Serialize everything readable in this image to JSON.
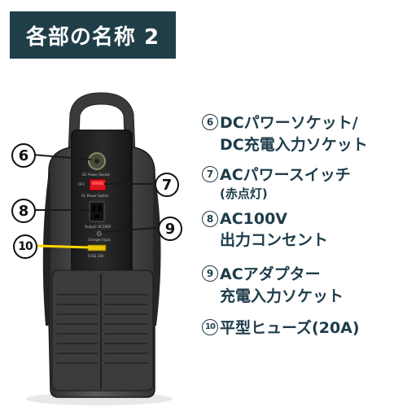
{
  "title": "各部の名称 2",
  "device_labels": {
    "dc_socket": "DC Power Socket",
    "power_switch": "AC Power Switch",
    "output": "Output: AC100V",
    "charger": "Charger Input",
    "fuse": "FUSE 20A",
    "off": "OFF"
  },
  "callouts": {
    "c6": "6",
    "c7": "7",
    "c8": "8",
    "c9": "9",
    "c10": "10"
  },
  "parts": [
    {
      "number": "6",
      "line1": "DCパワーソケット/",
      "line2": "DC充電入力ソケット"
    },
    {
      "number": "7",
      "line1": "ACパワースイッチ",
      "line2": "(赤点灯)"
    },
    {
      "number": "8",
      "line1": "AC100V",
      "line2": "出力コンセント"
    },
    {
      "number": "9",
      "line1": "ACアダプター",
      "line2": "充電入力ソケット"
    },
    {
      "number": "10",
      "line1": "平型ヒューズ(20A)",
      "line2": ""
    }
  ],
  "colors": {
    "banner": "#1f3e48",
    "text": "#1e3c4a",
    "switch": "#e0141e",
    "fuse": "#e8c400"
  }
}
